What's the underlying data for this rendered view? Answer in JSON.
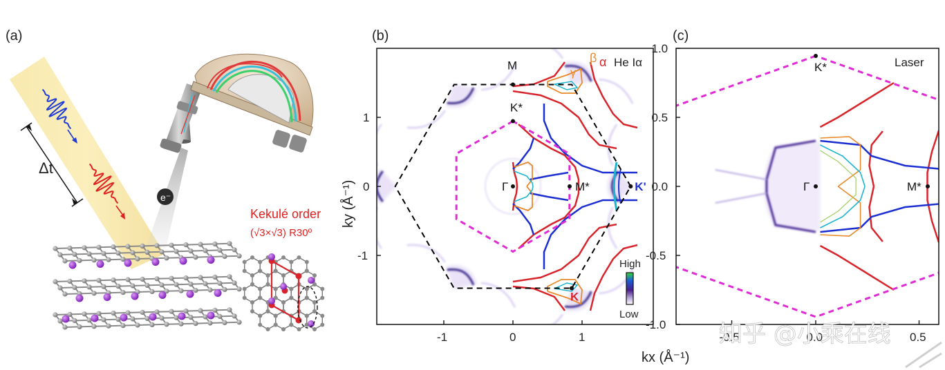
{
  "panels": {
    "a": {
      "label": "(a)",
      "delay_label": "Δt",
      "electron_label": "e⁻",
      "order_title": "Kekulé order",
      "order_sub": "(√3×√3) R30º"
    },
    "b": {
      "label": "(b)",
      "source_label": "He Iα",
      "point_labels": [
        "M",
        "K*",
        "Γ",
        "M*",
        "K'",
        "K"
      ],
      "band_labels": [
        "β",
        "α",
        "γ"
      ],
      "ylabel": "ky (Å⁻¹)",
      "yticks": [
        "1",
        "0",
        "-1"
      ],
      "xticks": [
        "-1",
        "0",
        "1"
      ],
      "colorbar": {
        "high": "High",
        "low": "Low"
      }
    },
    "c": {
      "label": "(c)",
      "source_label": "Laser",
      "point_labels": [
        "K*",
        "Γ",
        "M*"
      ],
      "yticks": [
        "1.0",
        "0.5",
        "0.0",
        "-0.5",
        "-1.0"
      ],
      "xticks": [
        "-0.5",
        "0.0",
        "0.5"
      ]
    }
  },
  "shared_xlabel": "kx (Å⁻¹)",
  "watermark": "知乎 @小乘在线",
  "colors": {
    "band_alpha": "#d8242b",
    "band_beta": "#1b2fd1",
    "band_gamma": "#e8892a",
    "band_cyan": "#1cb4cf",
    "kekule_bz": "#e02ad6",
    "graphene_bz": "#000000",
    "pulse_probe": "#1f3bd6",
    "pulse_pump": "#e02020",
    "intercalant": "#9b2fd0",
    "carbon": "#8a8a8a"
  }
}
